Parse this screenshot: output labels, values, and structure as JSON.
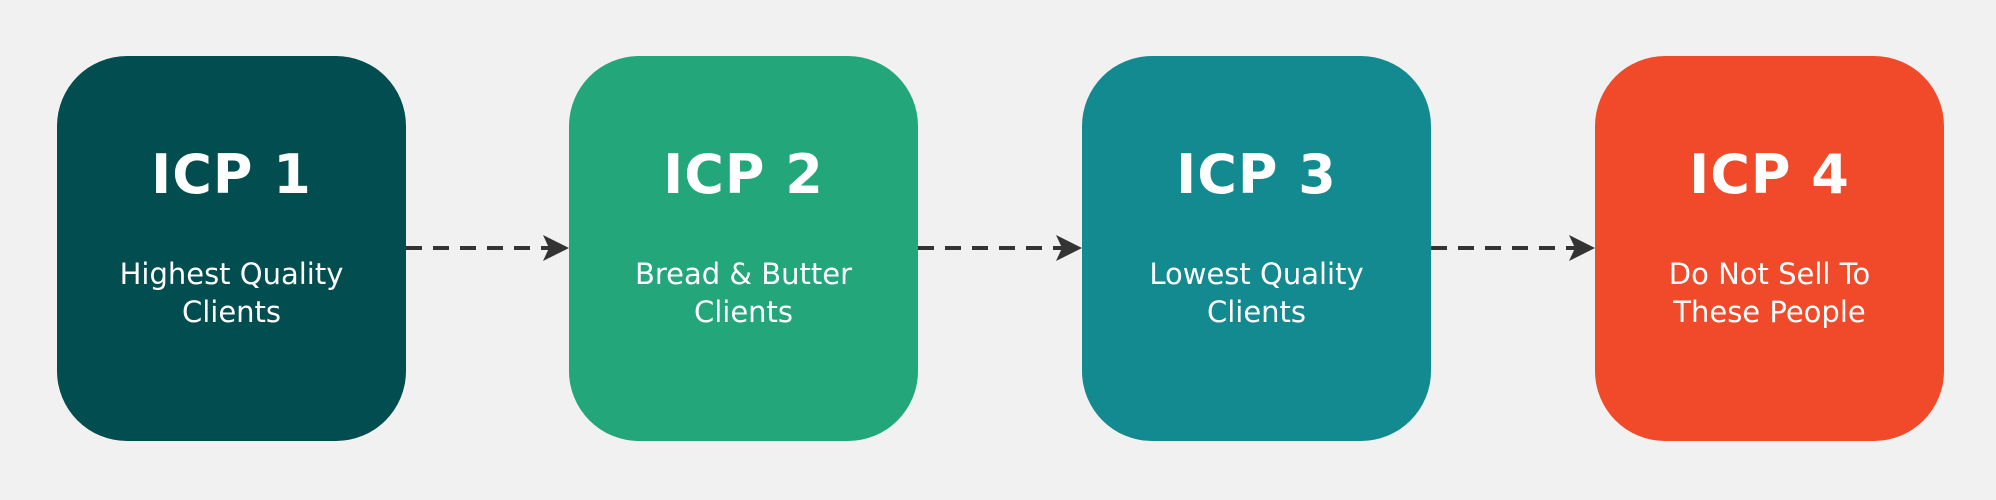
{
  "colors": {
    "background": "#f1f1f1",
    "icp1": "#024d4f",
    "icp2": "#22a67a",
    "icp3": "#128a8f",
    "icp4": "#f04a2b",
    "text": "#ffffff",
    "arrow": "#333333"
  },
  "boxes": [
    {
      "title": "ICP 1",
      "subtitle_line1": "Highest Quality",
      "subtitle_line2": "Clients"
    },
    {
      "title": "ICP 2",
      "subtitle_line1": "Bread & Butter",
      "subtitle_line2": "Clients"
    },
    {
      "title": "ICP 3",
      "subtitle_line1": "Lowest Quality",
      "subtitle_line2": "Clients"
    },
    {
      "title": "ICP 4",
      "subtitle_line1": "Do Not Sell To",
      "subtitle_line2": "These People"
    }
  ],
  "connectors": [
    {
      "style": "dashed-arrow",
      "icon": "arrow-right-icon"
    },
    {
      "style": "dashed-arrow",
      "icon": "arrow-right-icon"
    },
    {
      "style": "dashed-arrow",
      "icon": "arrow-right-icon"
    }
  ]
}
